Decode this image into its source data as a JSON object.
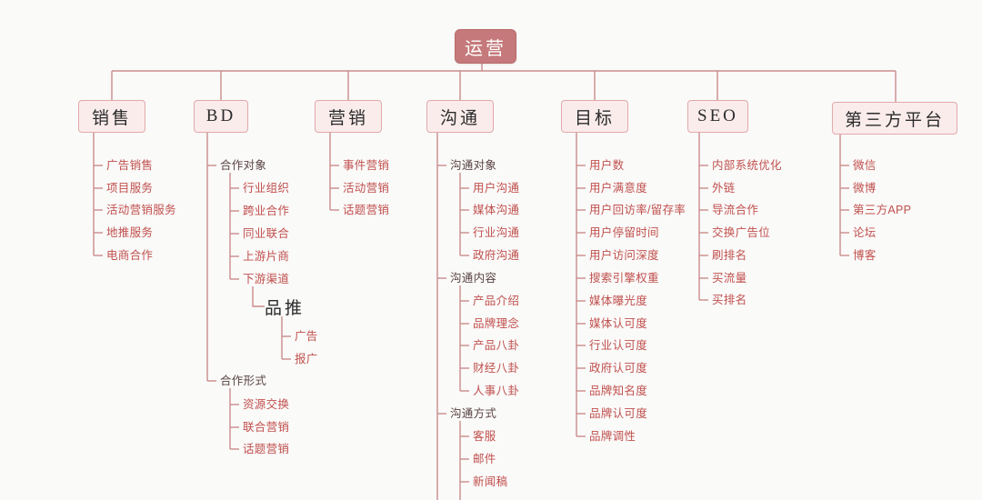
{
  "diagram": {
    "title": "运营",
    "type": "mindmap",
    "theme": {
      "background": "#fafaf9",
      "root_fill": "#c5797a",
      "root_text": "#ffffff",
      "branch_fill": "#fbecec",
      "branch_border": "#e2a9a9",
      "line_color": "#c98c8c",
      "leaf_text": "#c0504d",
      "node_text": "#2b2b2b"
    },
    "branches": [
      {
        "label": "销售",
        "children": [
          {
            "label": "广告销售"
          },
          {
            "label": "项目服务"
          },
          {
            "label": "活动营销服务"
          },
          {
            "label": "地推服务"
          },
          {
            "label": "电商合作"
          }
        ]
      },
      {
        "label": "BD",
        "groups": [
          {
            "label": "合作对象",
            "children": [
              {
                "label": "行业组织"
              },
              {
                "label": "跨业合作"
              },
              {
                "label": "同业联合"
              },
              {
                "label": "上游片商"
              },
              {
                "label": "下游渠道"
              }
            ],
            "sub": {
              "label": "品推",
              "children": [
                {
                  "label": "广告"
                },
                {
                  "label": "报广"
                }
              ]
            }
          },
          {
            "label": "合作形式",
            "children": [
              {
                "label": "资源交换"
              },
              {
                "label": "联合营销"
              },
              {
                "label": "话题营销"
              }
            ]
          }
        ]
      },
      {
        "label": "营销",
        "children": [
          {
            "label": "事件营销"
          },
          {
            "label": "活动营销"
          },
          {
            "label": "话题营销"
          }
        ]
      },
      {
        "label": "沟通",
        "groups": [
          {
            "label": "沟通对象",
            "children": [
              {
                "label": "用户沟通"
              },
              {
                "label": "媒体沟通"
              },
              {
                "label": "行业沟通"
              },
              {
                "label": "政府沟通"
              }
            ]
          },
          {
            "label": "沟通内容",
            "children": [
              {
                "label": "产品介绍"
              },
              {
                "label": "品牌理念"
              },
              {
                "label": "产品八卦"
              },
              {
                "label": "财经八卦"
              },
              {
                "label": "人事八卦"
              }
            ]
          },
          {
            "label": "沟通方式",
            "children": [
              {
                "label": "客服"
              },
              {
                "label": "邮件"
              },
              {
                "label": "新闻稿"
              }
            ]
          }
        ]
      },
      {
        "label": "目标",
        "children": [
          {
            "label": "用户数"
          },
          {
            "label": "用户满意度"
          },
          {
            "label": "用户回访率/留存率"
          },
          {
            "label": "用户停留时间"
          },
          {
            "label": "用户访问深度"
          },
          {
            "label": "搜索引擎权重"
          },
          {
            "label": "媒体曝光度"
          },
          {
            "label": "媒体认可度"
          },
          {
            "label": "行业认可度"
          },
          {
            "label": "政府认可度"
          },
          {
            "label": "品牌知名度"
          },
          {
            "label": "品牌认可度"
          },
          {
            "label": "品牌调性"
          }
        ]
      },
      {
        "label": "SEO",
        "children": [
          {
            "label": "内部系统优化"
          },
          {
            "label": "外链"
          },
          {
            "label": "导流合作"
          },
          {
            "label": "交换广告位"
          },
          {
            "label": "刷排名"
          },
          {
            "label": "买流量"
          },
          {
            "label": "买排名"
          }
        ]
      },
      {
        "label": "第三方平台",
        "children": [
          {
            "label": "微信"
          },
          {
            "label": "微博"
          },
          {
            "label": "第三方APP"
          },
          {
            "label": "论坛"
          },
          {
            "label": "博客"
          }
        ]
      }
    ]
  }
}
